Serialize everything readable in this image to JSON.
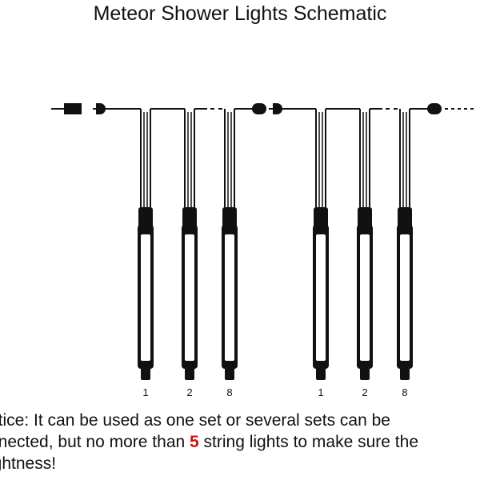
{
  "title": "Meteor Shower Lights Schematic",
  "colors": {
    "line": "#111111",
    "highlight": "#d4111a"
  },
  "sets": [
    {
      "tube_labels": [
        "1",
        "2",
        "8"
      ]
    },
    {
      "tube_labels": [
        "1",
        "2",
        "8"
      ]
    }
  ],
  "notice": {
    "line1": "otice: It can be used as one set or several sets can be",
    "line2_before": "nnected, but no more than ",
    "line2_number": "5",
    "line2_after": " string lights to make sure the",
    "line3": "ightness!"
  }
}
